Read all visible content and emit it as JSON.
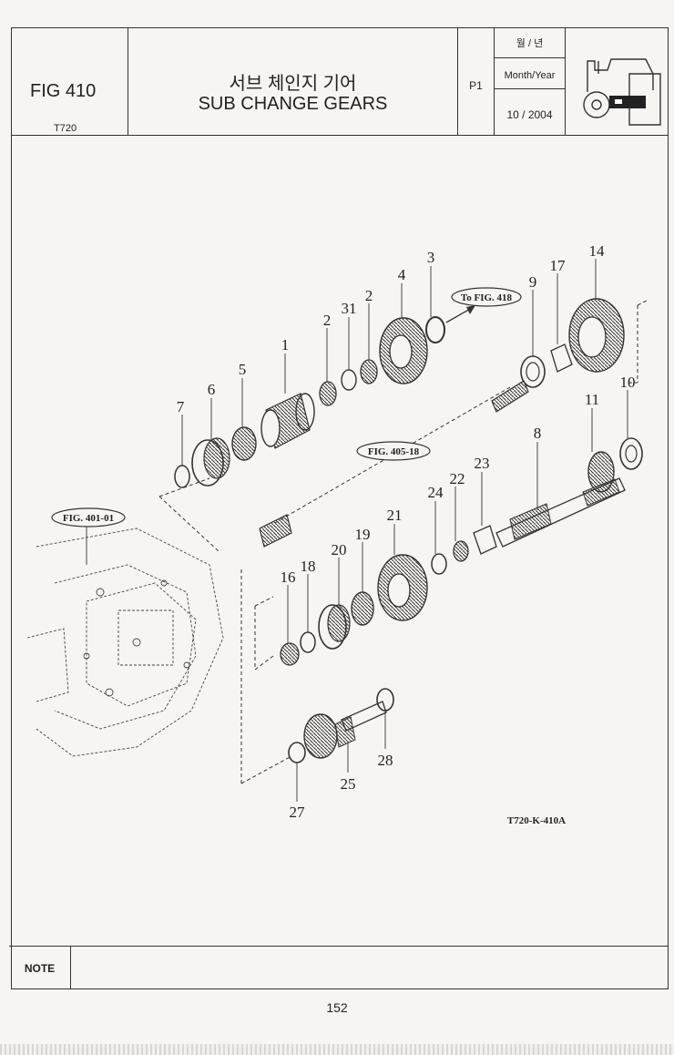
{
  "header": {
    "fig_number": "FIG 410",
    "model": "T720",
    "title_korean": "서브 체인지 기어",
    "title_english": "SUB CHANGE GEARS",
    "page_code": "P1",
    "date_label_korean": "월 / 년",
    "date_label_english": "Month/Year",
    "date_value": "10 / 2004"
  },
  "diagram": {
    "drawing_code": "T720-K-410A",
    "references": [
      "To FIG. 418",
      "FIG. 405-18",
      "FIG. 401-01"
    ],
    "part_labels": [
      "1",
      "2",
      "2",
      "3",
      "4",
      "5",
      "6",
      "7",
      "8",
      "9",
      "10",
      "11",
      "14",
      "16",
      "17",
      "18",
      "19",
      "20",
      "21",
      "22",
      "23",
      "24",
      "25",
      "27",
      "28",
      "31"
    ]
  },
  "note": {
    "label": "NOTE"
  },
  "footer": {
    "page_number": "152"
  }
}
